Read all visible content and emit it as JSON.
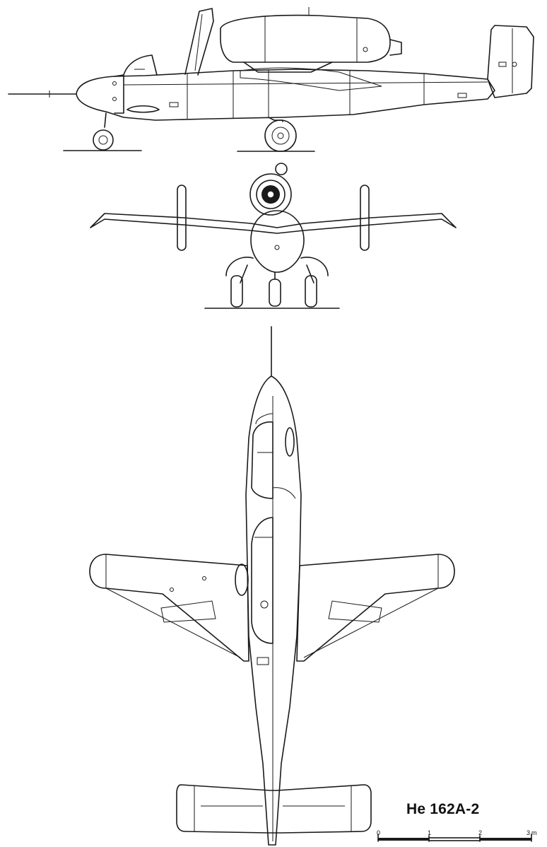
{
  "title": "He 162A-2",
  "scale": {
    "tick_labels": [
      "0",
      "1",
      "2",
      "3"
    ],
    "unit": "m"
  },
  "views": {
    "side": "side-view",
    "front": "front-view",
    "top": "top-view"
  }
}
